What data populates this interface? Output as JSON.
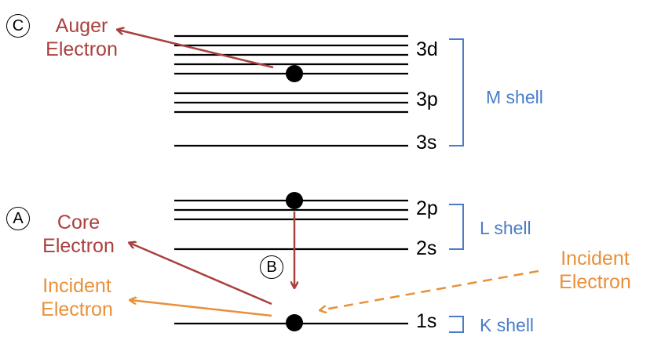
{
  "levels": {
    "d3": "3d",
    "p3": "3p",
    "s3": "3s",
    "p2": "2p",
    "s2": "2s",
    "s1": "1s"
  },
  "shells": {
    "m": "M shell",
    "l": "L shell",
    "k": "K shell"
  },
  "markers": {
    "a": "A",
    "b": "B",
    "c": "C"
  },
  "labels": {
    "auger": [
      "Auger",
      "Electron"
    ],
    "core": [
      "Core",
      "Electron"
    ],
    "incident_out": [
      "Incident",
      "Electron"
    ],
    "incident_in": [
      "Incident",
      "Electron"
    ]
  },
  "colors": {
    "red": "#a9413e",
    "orange": "#e8903a",
    "blue": "#4a7cc8"
  }
}
